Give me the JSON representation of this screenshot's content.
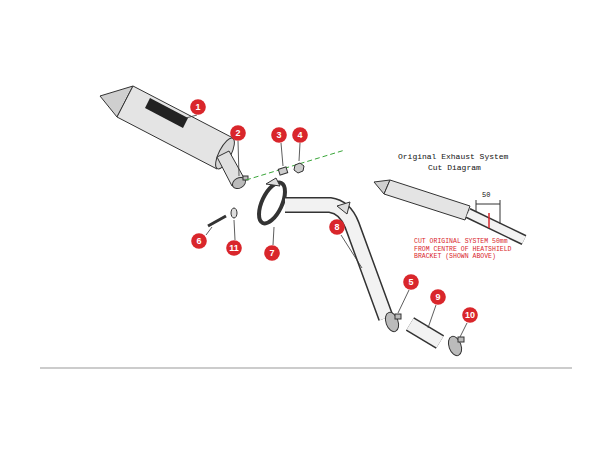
{
  "diagram": {
    "nodes": [
      {
        "text": [
          "1"
        ]
      },
      {
        "text": [
          "2"
        ]
      },
      {
        "text": [
          "3"
        ]
      },
      {
        "text": [
          "4"
        ]
      },
      {
        "text": [
          "5"
        ]
      },
      {
        "text": [
          "6"
        ]
      },
      {
        "text": [
          "7"
        ]
      },
      {
        "text": [
          "8"
        ]
      },
      {
        "text": [
          "9"
        ]
      },
      {
        "text": [
          "10"
        ]
      },
      {
        "text": [
          "11"
        ]
      }
    ],
    "labels": [
      "Original Exhaust System",
      "Cut Diagram",
      "50",
      "CUT ORIGINAL SYSTEM 50mm FROM CENTRE OF HEATSHIELD BRACKET (SHOWN ABOVE)"
    ]
  }
}
